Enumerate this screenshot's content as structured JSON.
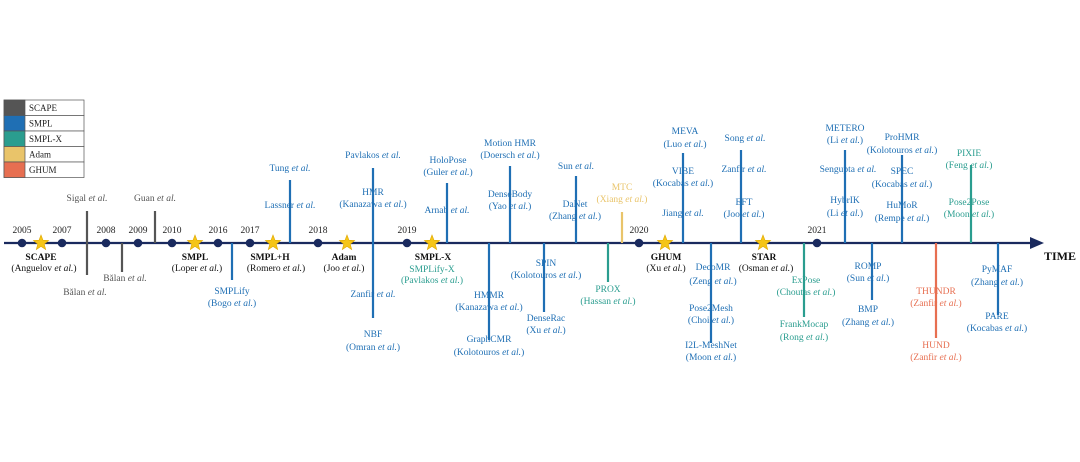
{
  "legend": [
    {
      "label": "SCAPE",
      "color": "#555555"
    },
    {
      "label": "SMPL",
      "color": "#1f6fb4"
    },
    {
      "label": "SMPL-X",
      "color": "#2a9d8f"
    },
    {
      "label": "Adam",
      "color": "#e9c46a"
    },
    {
      "label": "GHUM",
      "color": "#e76f51"
    }
  ],
  "axis_label": "TIME",
  "years": [
    "2005",
    "2007",
    "2008",
    "2009",
    "2010",
    "2016",
    "2017",
    "2018",
    "2019",
    "2020",
    "2021"
  ],
  "milestones": [
    {
      "name": "SCAPE",
      "cite": "(Anguelov et al.)"
    },
    {
      "name": "SMPL",
      "cite": "(Loper et al.)"
    },
    {
      "name": "SMPL+H",
      "cite": "(Romero et al.)"
    },
    {
      "name": "Adam",
      "cite": "(Joo et al.)"
    },
    {
      "name": "SMPL-X",
      "cite": ""
    },
    {
      "name": "GHUM",
      "cite": "(Xu et al.)"
    },
    {
      "name": "STAR",
      "cite": "(Osman et al.)"
    }
  ],
  "methods": [
    {
      "name": "Sigal et al.",
      "cite": ""
    },
    {
      "name": "Guan et al.",
      "cite": ""
    },
    {
      "name": "Bălan et al.",
      "cite": ""
    },
    {
      "name": "Bălan et al.",
      "cite": ""
    },
    {
      "name": "SMPLify",
      "cite": "(Bogo et al.)"
    },
    {
      "name": "Tung et al.",
      "cite": ""
    },
    {
      "name": "Lassner et al.",
      "cite": ""
    },
    {
      "name": "Pavlakos et al.",
      "cite": ""
    },
    {
      "name": "HMR",
      "cite": "(Kanazawa et al.)"
    },
    {
      "name": "Zanfir et al.",
      "cite": ""
    },
    {
      "name": "NBF",
      "cite": "(Omran et al.)"
    },
    {
      "name": "SMPLify-X",
      "cite": "(Pavlakos et al.)"
    },
    {
      "name": "HoloPose",
      "cite": "(Guler et al.)"
    },
    {
      "name": "Arnab et al.",
      "cite": ""
    },
    {
      "name": "HMMR",
      "cite": "(Kanazawa et al.)"
    },
    {
      "name": "GraphCMR",
      "cite": "(Kolotouros et al.)"
    },
    {
      "name": "Motion HMR",
      "cite": "(Doersch et al.)"
    },
    {
      "name": "DenseBody",
      "cite": "(Yao et al.)"
    },
    {
      "name": "SPIN",
      "cite": "(Kolotouros et al.)"
    },
    {
      "name": "DenseRac",
      "cite": "(Xu et al.)"
    },
    {
      "name": "Sun et al.",
      "cite": ""
    },
    {
      "name": "DaNet",
      "cite": "(Zhang et al.)"
    },
    {
      "name": "PROX",
      "cite": "(Hassan et al.)"
    },
    {
      "name": "MTC",
      "cite": "(Xiang et al.)"
    },
    {
      "name": "MEVA",
      "cite": "(Luo et al.)"
    },
    {
      "name": "VIBE",
      "cite": "(Kocabas et al.)"
    },
    {
      "name": "Jiang et al.",
      "cite": ""
    },
    {
      "name": "DecoMR",
      "cite": "(Zeng et al.)"
    },
    {
      "name": "Pose2Mesh",
      "cite": "(Choi et al.)"
    },
    {
      "name": "I2L-MeshNet",
      "cite": "(Moon et al.)"
    },
    {
      "name": "Song et al.",
      "cite": ""
    },
    {
      "name": "Zanfir et al.",
      "cite": ""
    },
    {
      "name": "EFT",
      "cite": "(Joo et al.)"
    },
    {
      "name": "ExPose",
      "cite": "(Choutas et al.)"
    },
    {
      "name": "FrankMocap",
      "cite": "(Rong et al.)"
    },
    {
      "name": "METERO",
      "cite": "(Li et al.)"
    },
    {
      "name": "Sengupta et al.",
      "cite": ""
    },
    {
      "name": "HybrIK",
      "cite": "(Li et al.)"
    },
    {
      "name": "ROMP",
      "cite": "(Sun et al.)"
    },
    {
      "name": "BMP",
      "cite": "(Zhang et al.)"
    },
    {
      "name": "ProHMR",
      "cite": "(Kolotouros et al.)"
    },
    {
      "name": "SPEC",
      "cite": "(Kocabas et al.)"
    },
    {
      "name": "HuMoR",
      "cite": "(Rempe et al.)"
    },
    {
      "name": "THUNDR",
      "cite": "(Zanfir et al.)"
    },
    {
      "name": "HUND",
      "cite": "(Zanfir et al.)"
    },
    {
      "name": "PIXIE",
      "cite": "(Feng et al.)"
    },
    {
      "name": "Pose2Pose",
      "cite": "(Moon et al.)"
    },
    {
      "name": "PyMAF",
      "cite": "(Zhang et al.)"
    },
    {
      "name": "PARE",
      "cite": "(Kocabas et al.)"
    }
  ]
}
